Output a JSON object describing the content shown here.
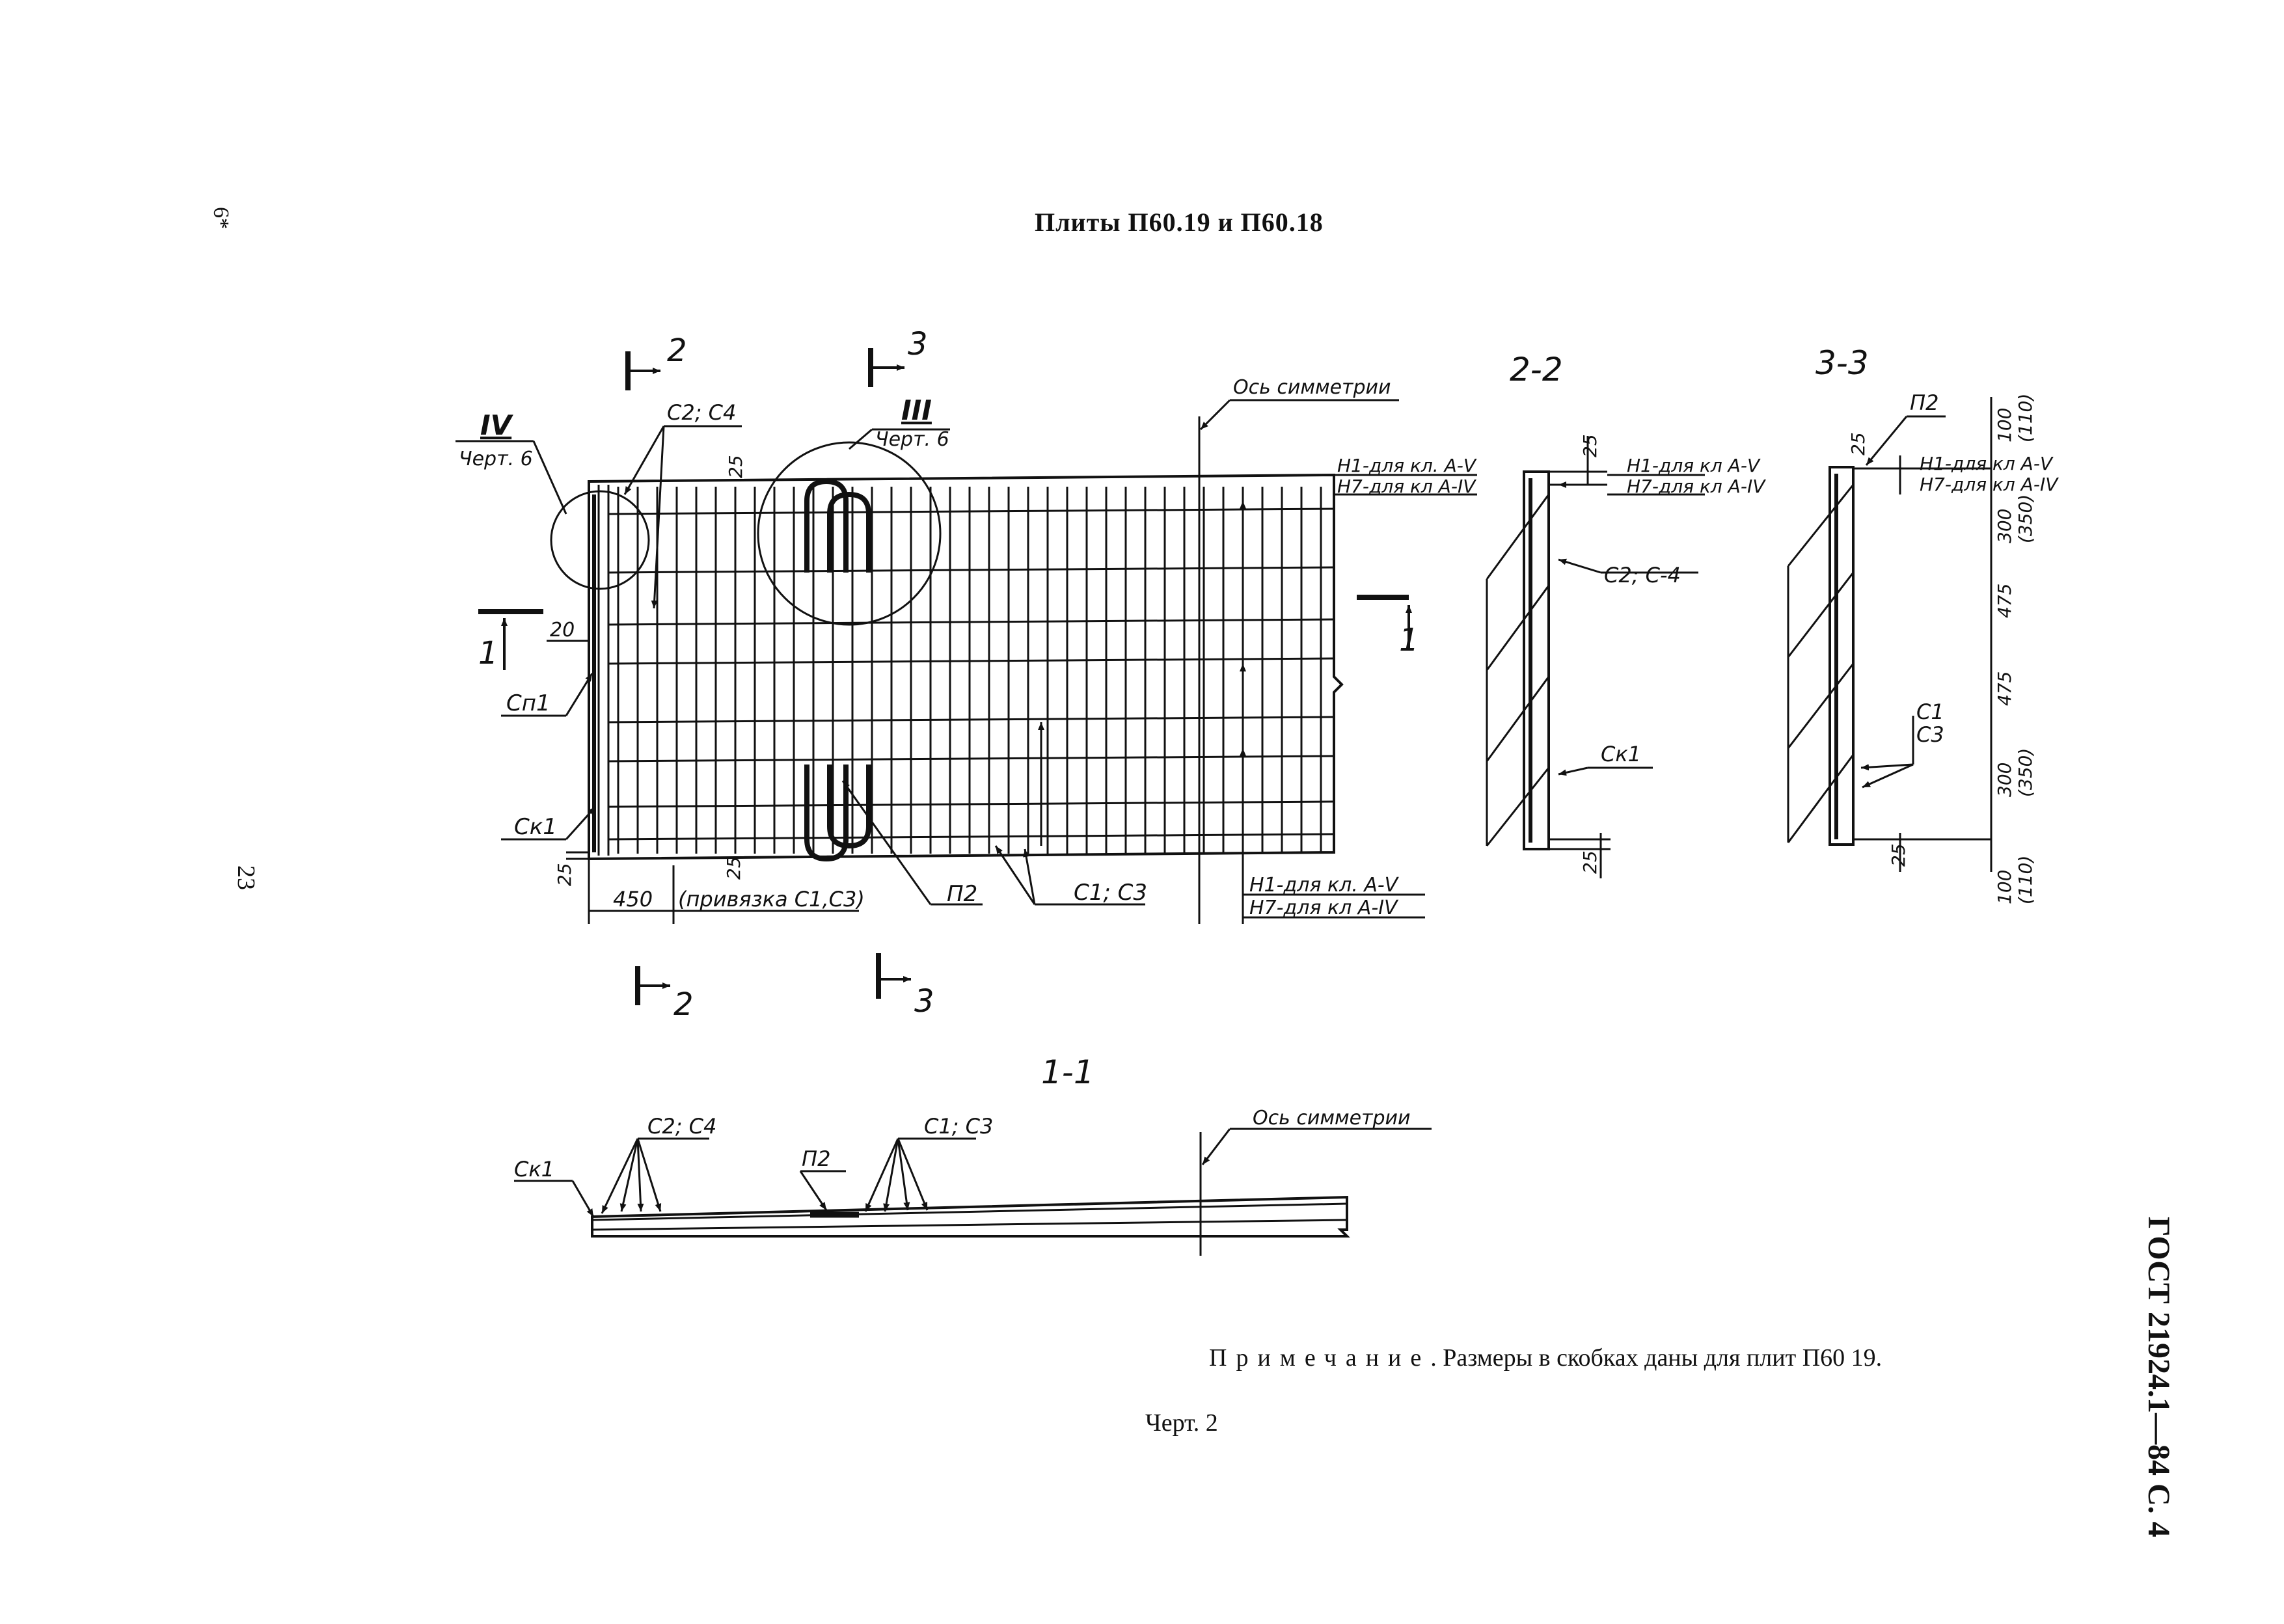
{
  "header": {
    "page_marker_top": "6*",
    "page_number_left": "23",
    "title": "Плиты П60.19 и П60.18",
    "side_standard": "ГОСТ 21924.1—84 С. 4"
  },
  "drawing": {
    "plan": {
      "section_marks": [
        "2",
        "3",
        "1",
        "2",
        "3",
        "1"
      ],
      "callout_IV": "IV",
      "callout_IV_ref": "Черт. 6",
      "callout_III": "III",
      "callout_III_ref": "Черт. 6",
      "label_c2c4": "С2; С4",
      "label_axis": "Ось симметрии",
      "label_h1_top": "Н1-для кл. А-V",
      "label_h7_top": "Н7-для кл А-IV",
      "label_h1_bottom": "Н1-для кл. А-V",
      "label_h7_bottom": "Н7-для кл А-IV",
      "label_cp1": "Сп1",
      "label_ck1": "Ск1",
      "label_p2": "П2",
      "label_c1c3": "С1; С3",
      "dim_25_top": "25",
      "dim_20": "20",
      "dim_25_left": "25",
      "dim_25_bottom": "25",
      "dim_450": "450",
      "dim_binding": "(привязка С1,С3)"
    },
    "section_2_2": {
      "title": "2-2",
      "dim_25_top": "25",
      "dim_25_bottom": "25",
      "label_h1": "Н1-для кл А-V",
      "label_h7": "Н7-для кл А-IV",
      "label_c2c4": "С2; С-4",
      "label_ck1": "Ск1"
    },
    "section_3_3": {
      "title": "3-3",
      "label_p2": "П2",
      "label_h1": "Н1-для кл А-V",
      "label_h7": "Н7-для кл А-IV",
      "label_c1": "С1",
      "label_c3": "С3",
      "dim_25_top": "25",
      "dim_25_bottom": "25",
      "dims": [
        "100",
        "(110)",
        "300",
        "(350)",
        "475",
        "475",
        "300",
        "(350)",
        "100",
        "(110)"
      ]
    },
    "section_1_1": {
      "title": "1-1",
      "label_ck1": "Ск1",
      "label_c2c4": "С2; С4",
      "label_p2": "П2",
      "label_c1c3": "С1; С3",
      "label_axis": "Ось симметрии"
    }
  },
  "note": {
    "prefix": "Примечание",
    "text": ". Размеры в скобках даны для плит П60 19."
  },
  "figure_caption": "Черт. 2"
}
